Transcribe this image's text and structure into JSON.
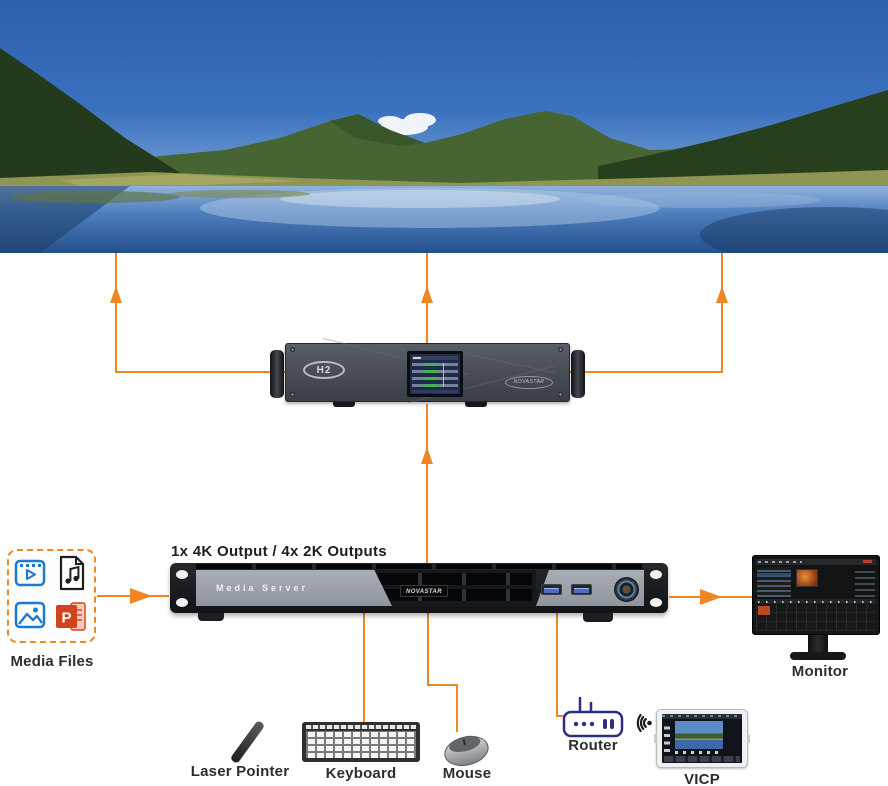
{
  "labels": {
    "output": "1x 4K Output / 4x 2K Outputs"
  },
  "h2_device": {
    "logo": "H2",
    "brand": "NOVASTAR"
  },
  "media_server": {
    "name": "Media Server",
    "brand": "NOVASTAR"
  },
  "media_files": {
    "label": "Media Files",
    "ppt_letter": "P",
    "icons": [
      "video-file-icon",
      "audio-file-icon",
      "image-file-icon",
      "powerpoint-file-icon"
    ]
  },
  "peripherals": {
    "laser_pointer": "Laser Pointer",
    "keyboard": "Keyboard",
    "mouse": "Mouse",
    "router": "Router",
    "vicp": "VICP",
    "monitor": "Monitor"
  },
  "icons": {
    "wifi": "wifi-signal-icon",
    "router": "router-icon"
  },
  "colors": {
    "accent_orange": "#EF8626",
    "icon_blue": "#1B7AD2",
    "powerpoint_red": "#D2431F",
    "router_indigo": "#2B2E83",
    "device_dark": "#17191C",
    "device_gray": "#9BA1A9",
    "label_text": "#2E2E2E"
  }
}
